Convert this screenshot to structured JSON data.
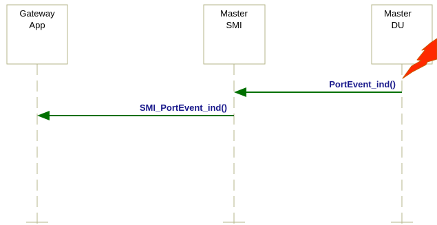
{
  "diagram": {
    "participants": [
      {
        "id": "gateway-app",
        "line1": "Gateway",
        "line2": "App"
      },
      {
        "id": "master-smi",
        "line1": "Master",
        "line2": "SMI"
      },
      {
        "id": "master-du",
        "line1": "Master",
        "line2": "DU"
      }
    ],
    "messages": [
      {
        "label": "PortEvent_ind()",
        "from": "master-du",
        "to": "master-smi"
      },
      {
        "label": "SMI_PortEvent_ind()",
        "from": "master-smi",
        "to": "gateway-app"
      }
    ],
    "colors": {
      "box_border": "#b5b58a",
      "lifeline": "#b5b58a",
      "arrow": "#007000",
      "message_text": "#1a1a8c",
      "event_bolt": "#ff2a00",
      "event_bolt_edge": "#c85a00"
    },
    "event_icon": "lightning-bolt-icon"
  }
}
